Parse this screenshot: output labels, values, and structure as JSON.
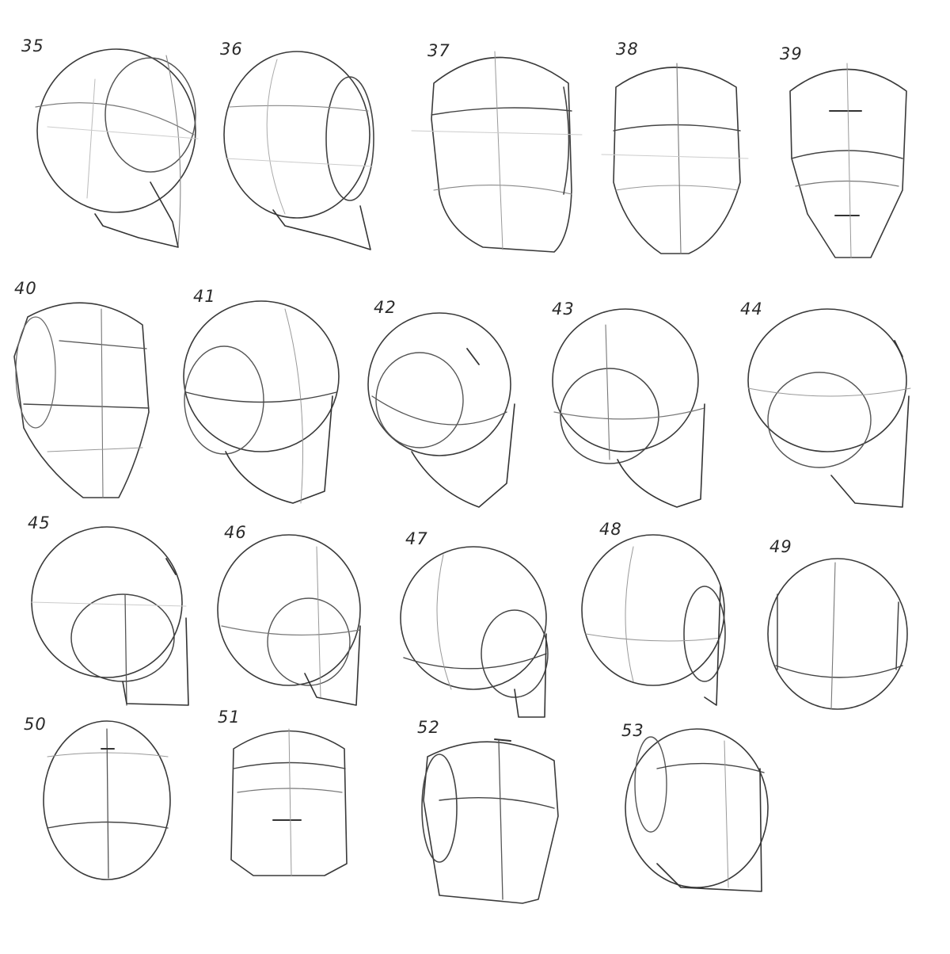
{
  "sheet": {
    "description_free": true,
    "colors": {
      "background": "#ffffff",
      "main_stroke": "#3a3a3a",
      "construction_stroke": "#9a9a9a",
      "faint_stroke": "#cccccc"
    },
    "sketches": [
      {
        "number": "35"
      },
      {
        "number": "36"
      },
      {
        "number": "37"
      },
      {
        "number": "38"
      },
      {
        "number": "39"
      },
      {
        "number": "40"
      },
      {
        "number": "41"
      },
      {
        "number": "42"
      },
      {
        "number": "43"
      },
      {
        "number": "44"
      },
      {
        "number": "45"
      },
      {
        "number": "46"
      },
      {
        "number": "47"
      },
      {
        "number": "48"
      },
      {
        "number": "49"
      },
      {
        "number": "50"
      },
      {
        "number": "51"
      },
      {
        "number": "52"
      },
      {
        "number": "53"
      }
    ]
  }
}
